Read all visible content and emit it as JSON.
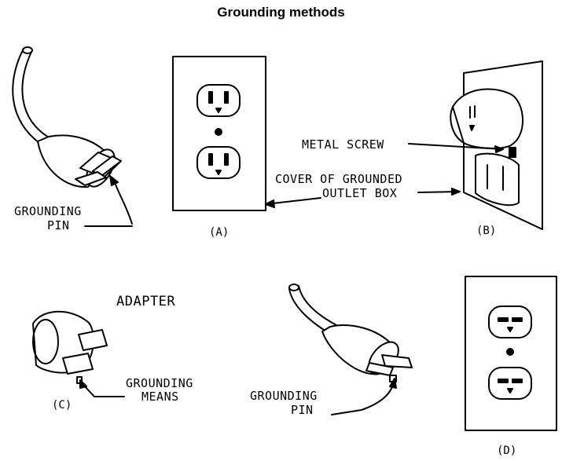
{
  "title": "Grounding methods",
  "labels": {
    "grounding_pin_a_line1": "GROUNDING",
    "grounding_pin_a_line2": "PIN",
    "metal_screw": "METAL SCREW",
    "cover_line1": "COVER OF GROUNDED",
    "cover_line2": "OUTLET BOX",
    "adapter": "ADAPTER",
    "grounding_means_line1": "GROUNDING",
    "grounding_means_line2": "MEANS",
    "grounding_pin_d_line1": "GROUNDING",
    "grounding_pin_d_line2": "PIN"
  },
  "captions": {
    "a": "(A)",
    "b": "(B)",
    "c": "(C)",
    "d": "(D)"
  }
}
